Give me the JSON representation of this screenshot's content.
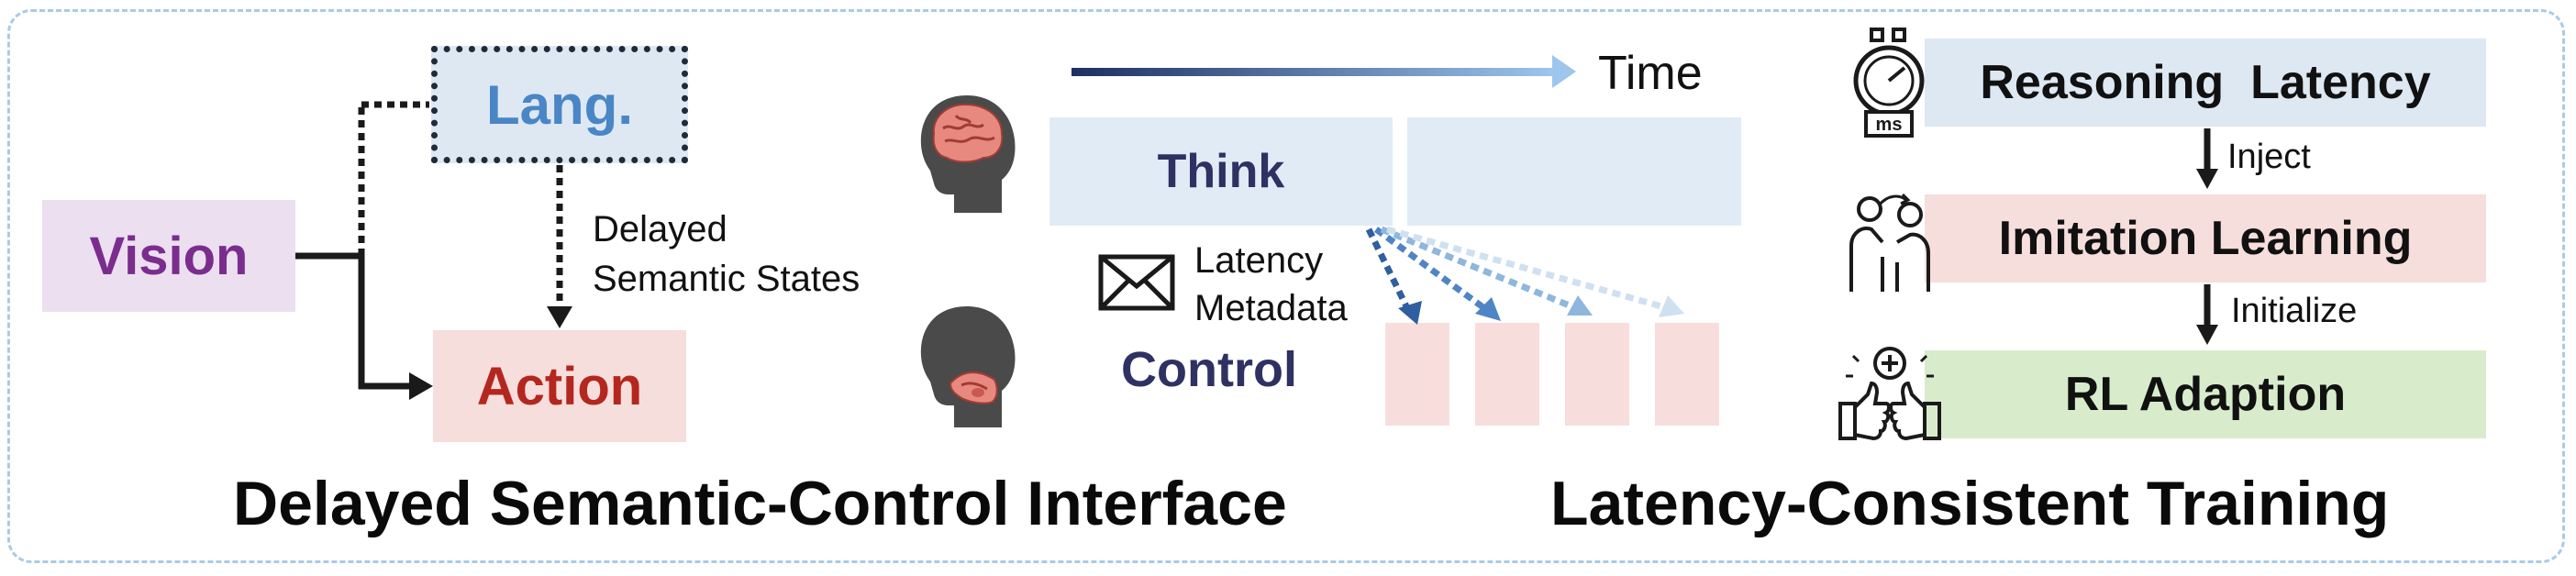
{
  "left": {
    "vision": "Vision",
    "lang": "Lang.",
    "action": "Action",
    "delayed_label_line1": "Delayed",
    "delayed_label_line2": "Semantic States",
    "caption": "Delayed Semantic-Control Interface"
  },
  "middle": {
    "time": "Time",
    "think": "Think",
    "control": "Control",
    "latency_line1": "Latency",
    "latency_line2": "Metadata"
  },
  "right": {
    "reasoning_latency": "Reasoning  Latency",
    "inject": "Inject",
    "imitation_learning": "Imitation Learning",
    "initialize": "Initialize",
    "rl_adaption": "RL Adaption",
    "stopwatch_text": "ms",
    "caption": "Latency-Consistent Training"
  },
  "colors": {
    "vision_bg": "#ebdff0",
    "vision_text": "#7b2d8e",
    "lang_bg": "#dde8f3",
    "lang_text": "#4a86c6",
    "action_bg": "#f6dedd",
    "action_text": "#b4271f",
    "think_bg": "#e1ebf5",
    "navy_text": "#2e3162",
    "control_cell": "#f7dedd",
    "rl_bg": "#d8eccb"
  },
  "icons": [
    "brain-head-icon",
    "throat-head-icon",
    "envelope-icon",
    "stopwatch-icon",
    "people-imitation-icon",
    "thumbs-up-medical-icon"
  ]
}
